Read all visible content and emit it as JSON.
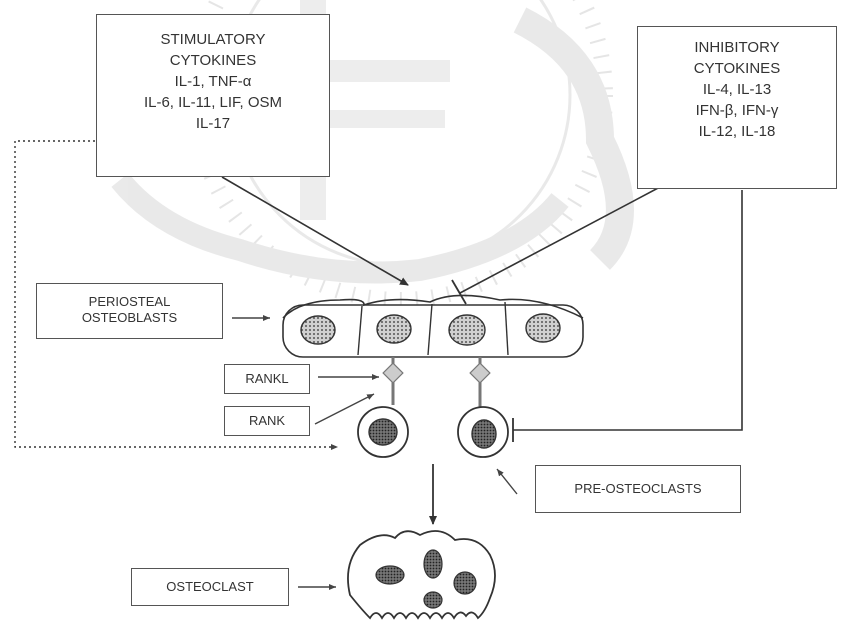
{
  "stimulatory": {
    "lines": [
      "STIMULATORY",
      "CYTOKINES",
      "IL-1, TNF-α",
      "IL-6, IL-11, LIF, OSM",
      "IL-17"
    ]
  },
  "inhibitory": {
    "lines": [
      "INHIBITORY",
      "CYTOKINES",
      "IL-4, IL-13",
      "IFN-β, IFN-γ",
      "IL-12, IL-18"
    ]
  },
  "labels": {
    "periosteal": [
      "PERIOSTEAL",
      "OSTEOBLASTS"
    ],
    "rankl": "RANKL",
    "rank": "RANK",
    "pre_osteoclasts": "PRE-OSTEOCLASTS",
    "osteoclast": "OSTEOCLAST"
  }
}
